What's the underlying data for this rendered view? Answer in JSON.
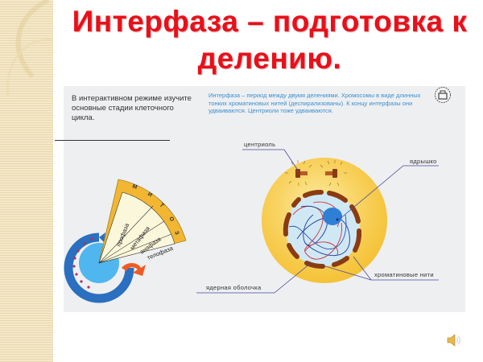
{
  "slide": {
    "title_line1": "Интерфаза – подготовка к",
    "title_line2": "делению.",
    "title_color": "#e8101a"
  },
  "panel": {
    "instruction_text": "В интерактивном режиме изучите основные стадии клеточного цикла.",
    "description_text": "Интерфаза – период между двумя делениями. Хромосомы в виде длинных тонких хроматиновых нитей (деспирализованы). К концу интерфазы они удваиваются. Центриоли тоже удваиваются.",
    "description_color": "#3a8fd0",
    "corner_icon": "home-icon"
  },
  "mitosis_wheel": {
    "band_label": [
      "М",
      "И",
      "Т",
      "О",
      "З"
    ],
    "phases": [
      "профаза",
      "метафаза",
      "анафаза",
      "телофаза"
    ],
    "band_color": "#f2b632",
    "ring_color": "#2a6fc0",
    "ring_inner_color": "#4fb6ef",
    "arrow_color": "#f05a22"
  },
  "cell_diagram": {
    "labels": {
      "centriole": "центриоль",
      "nucleolus": "ядрышко",
      "nuclear_envelope": "ядерная оболочка",
      "chromatin": "хроматиновые нити"
    },
    "cell_color": "#f9d24a",
    "nucleus_color": "#cfe8f4",
    "membrane_color": "#8a3b12",
    "nucleolus_color": "#2f7fd6"
  },
  "footer": {
    "speaker_icon": "speaker-icon"
  }
}
